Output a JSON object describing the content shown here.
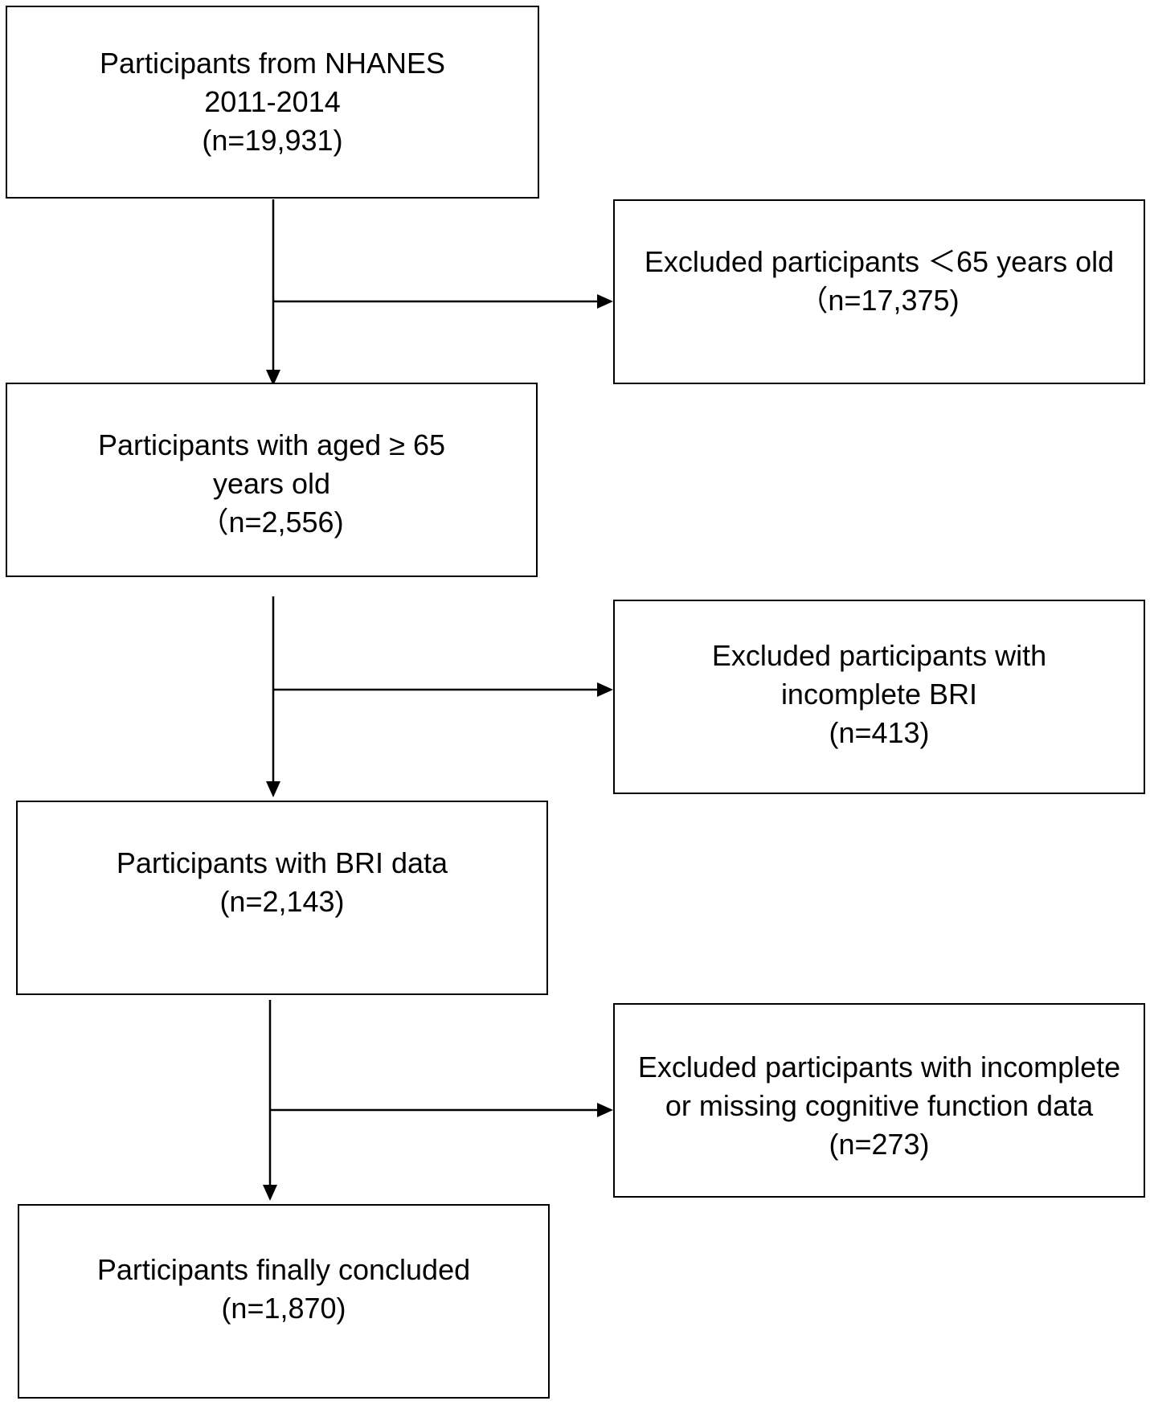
{
  "boxes": {
    "start": [
      "Participants from NHANES",
      "2011-2014",
      "(n=19,931)"
    ],
    "excl_age": [
      "Excluded participants ＜65 years old",
      "（n=17,375)"
    ],
    "aged": [
      "Participants with aged ≥ 65",
      "years old",
      "（n=2,556)"
    ],
    "excl_bri": [
      "Excluded participants with",
      "incomplete BRI",
      "(n=413)"
    ],
    "bri": [
      "Participants with BRI data",
      "(n=2,143)"
    ],
    "excl_cog": [
      "Excluded participants with incomplete",
      "or missing cognitive function data",
      "(n=273)"
    ],
    "final": [
      "Participants finally concluded",
      "(n=1,870)"
    ]
  }
}
